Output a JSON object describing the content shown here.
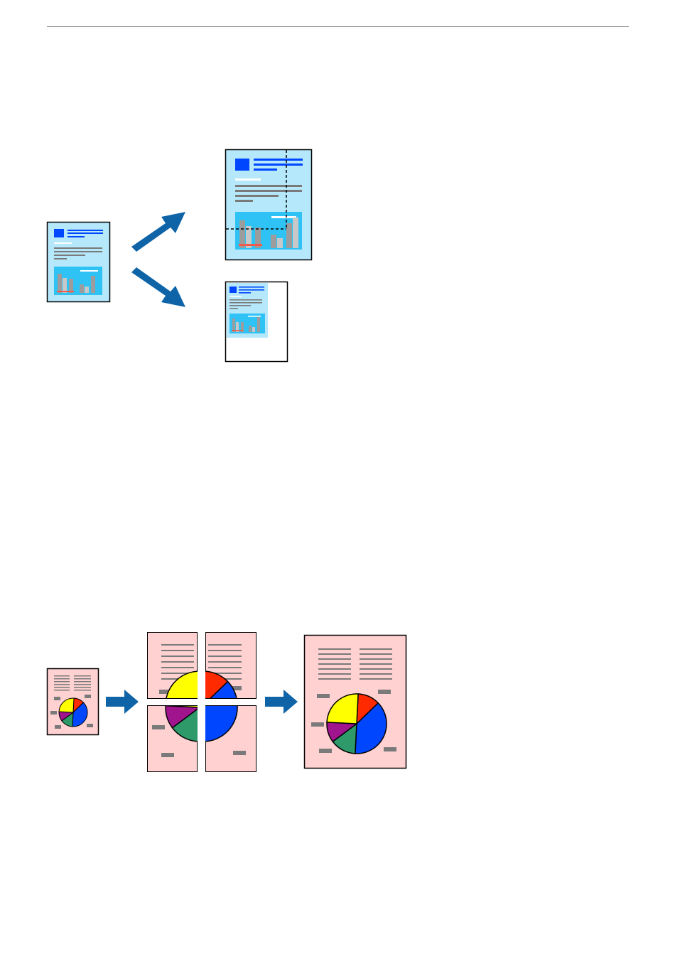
{
  "colors": {
    "page_blue": "#b5e8fb",
    "chart_area_blue": "#2ec2f5",
    "title_blue": "#0046ff",
    "bar_gray": "#9c9c9c",
    "bar_light": "#c8c8c8",
    "text_gray": "#7a7a7a",
    "accent_red": "#f05a4a",
    "arrow_blue": "#0f64a7",
    "page_pink": "#ffd1d1",
    "pie_red": "#ff2a00",
    "pie_blue": "#0046ff",
    "pie_green": "#2e9a6a",
    "pie_purple": "#a0148e",
    "pie_yellow": "#ffff00"
  },
  "figure_reduce_enlarge": {
    "icons": [
      "document-icon",
      "arrow-up-right-icon",
      "arrow-down-right-icon",
      "enlarged-document-icon",
      "reduced-document-icon"
    ]
  },
  "figure_poster": {
    "icons": [
      "document-pie-icon",
      "arrow-right-icon",
      "tiled-pages-icon",
      "assembled-poster-icon"
    ],
    "pie_slices": [
      {
        "color": "pie_red",
        "percent": 12
      },
      {
        "color": "pie_blue",
        "percent": 38
      },
      {
        "color": "pie_green",
        "percent": 14
      },
      {
        "color": "pie_purple",
        "percent": 11
      },
      {
        "color": "pie_yellow",
        "percent": 25
      }
    ]
  }
}
